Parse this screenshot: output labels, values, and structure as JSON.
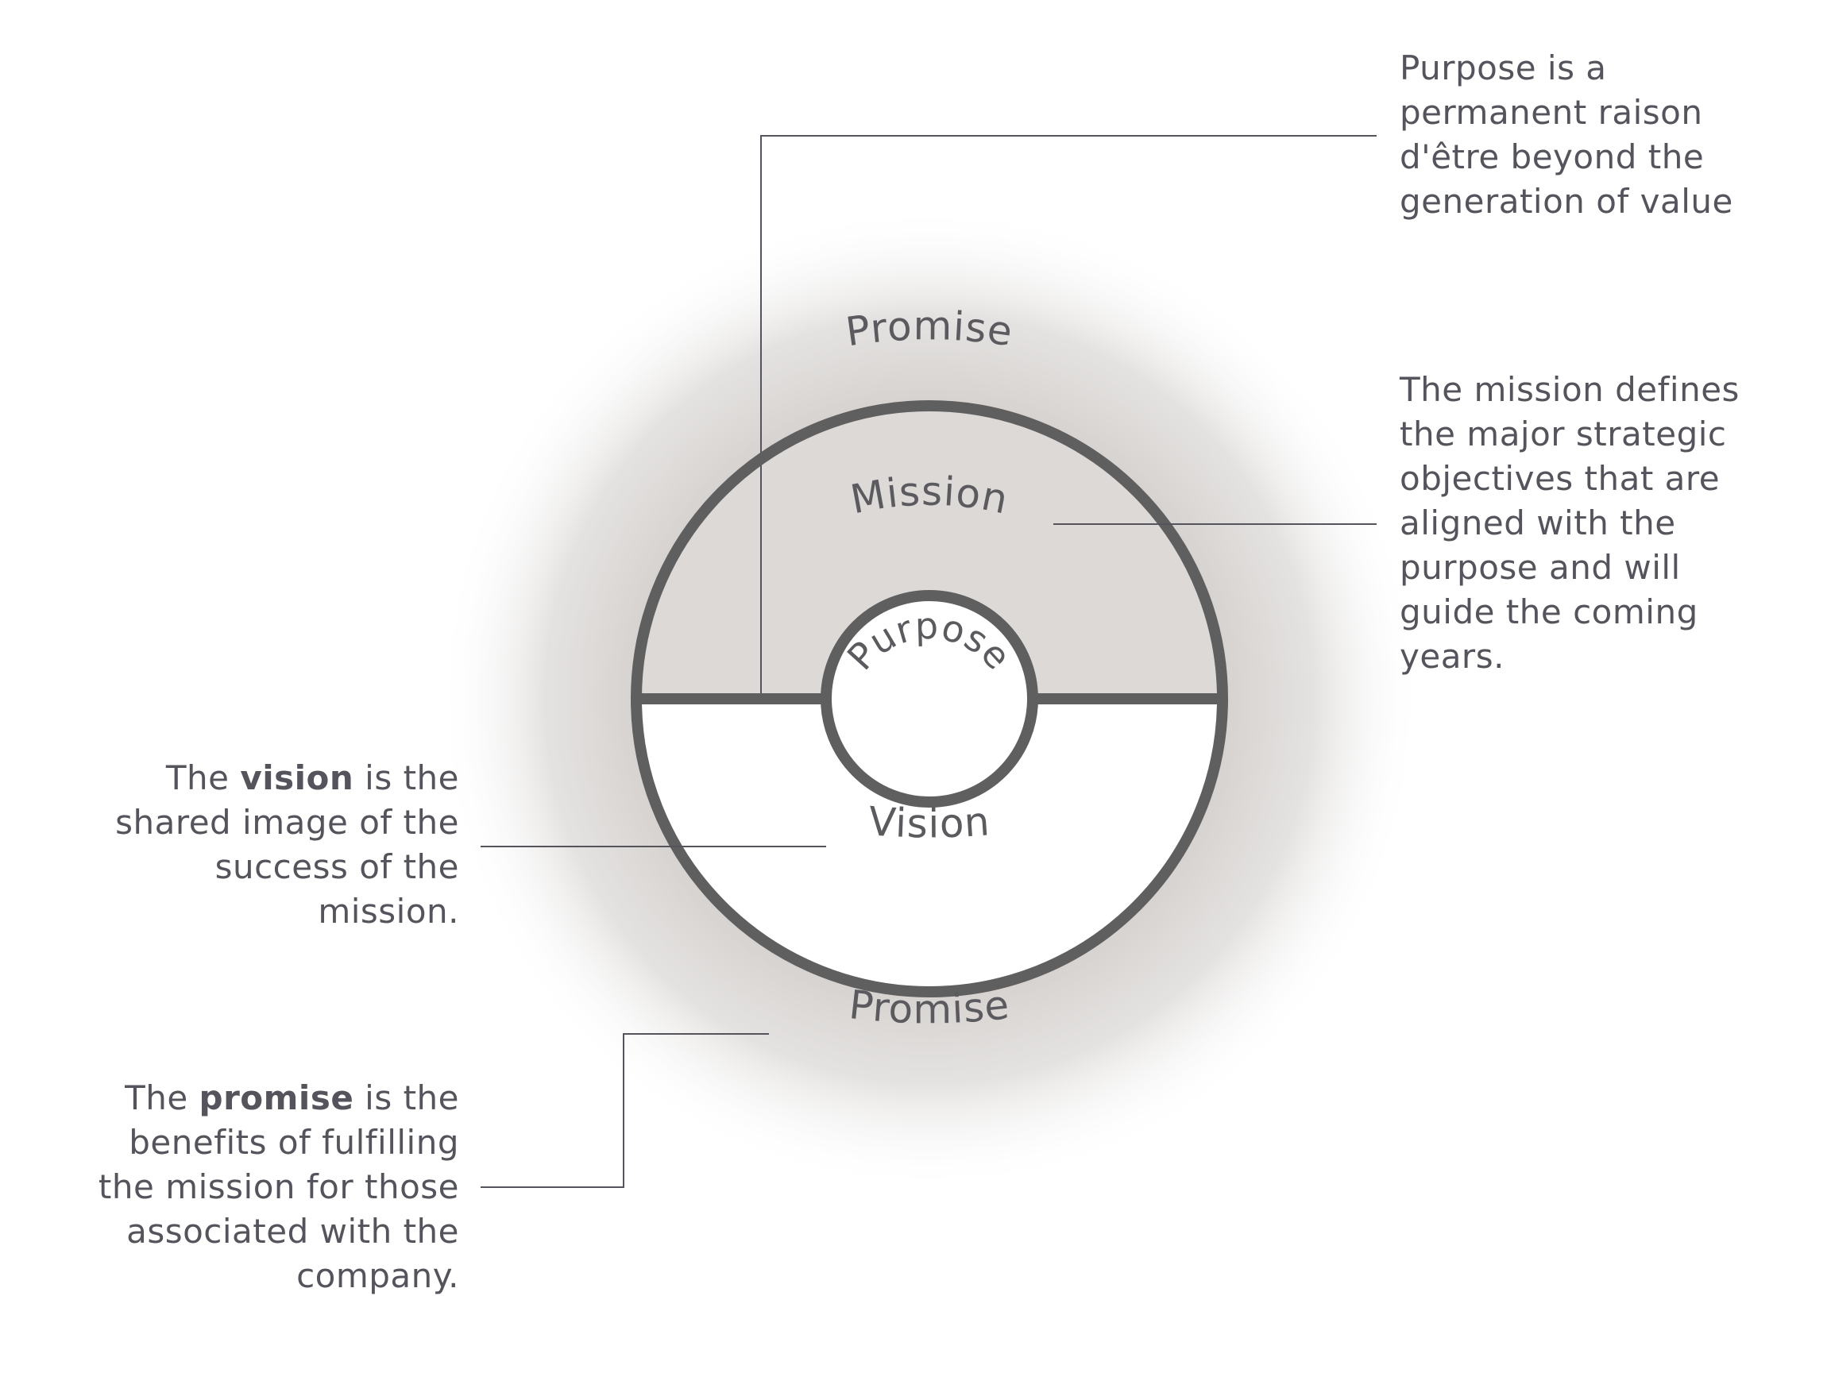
{
  "colors": {
    "ring_stroke": "#5f5f5f",
    "upper_fill": "#dcd9d7",
    "halo": "#d2cecb",
    "leader": "#55545c",
    "text": "#55545c"
  },
  "rings": {
    "promise_top": "Promise",
    "mission": "Mission",
    "purpose": "Purpose",
    "vision": "Vision",
    "promise_bottom": "Promise"
  },
  "notes": {
    "purpose": "Purpose is a permanent raison d'être beyond the generation of value",
    "mission": "The mission defines the major strategic objectives that are aligned with the purpose and will guide the coming years.",
    "vision": {
      "before": "The ",
      "bold": "vision",
      "after": " is the shared image of the success of the mission."
    },
    "promise": {
      "before": "The ",
      "bold": "promise",
      "after": " is the benefits of fulfilling the mission for those associated with the company."
    }
  }
}
